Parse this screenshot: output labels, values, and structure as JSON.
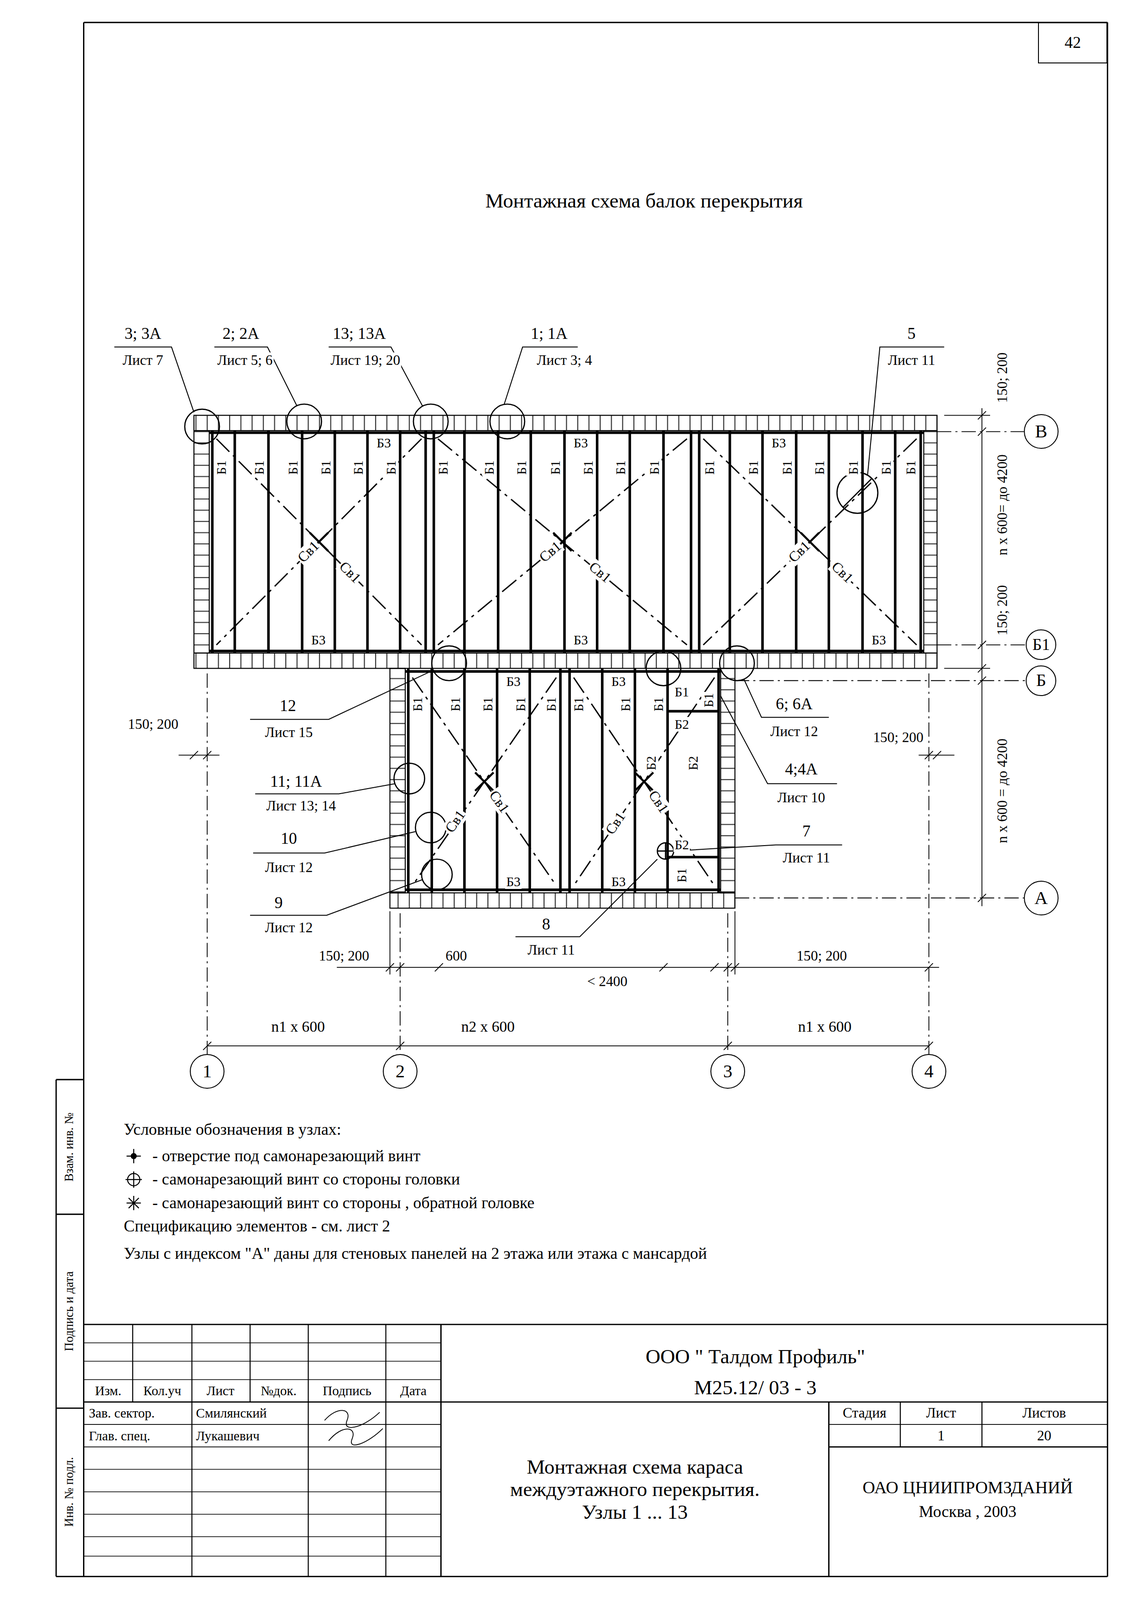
{
  "diagram": {
    "title": "Монтажная схема балок перекрытия",
    "nodes": [
      {
        "text": [
          "42"
        ]
      },
      {
        "text": [
          "В"
        ]
      },
      {
        "text": [
          "Б1"
        ]
      },
      {
        "text": [
          "Б"
        ]
      },
      {
        "text": [
          "А"
        ]
      },
      {
        "text": [
          "1"
        ]
      },
      {
        "text": [
          "2"
        ]
      },
      {
        "text": [
          "3"
        ]
      },
      {
        "text": [
          "4"
        ]
      }
    ],
    "labels": [
      "3; 3А",
      "Лист 7",
      "2; 2А",
      "Лист 5; 6",
      "13; 13А",
      "Лист 19; 20",
      "1; 1А",
      "Лист 3; 4",
      "5",
      "Лист 11",
      "Б1",
      "Б1",
      "Б1",
      "Б1",
      "Б1",
      "Б1",
      "Б1",
      "Б1",
      "Б1",
      "Б1",
      "Б1",
      "Б1",
      "Б1",
      "Б1",
      "Б1",
      "Б1",
      "Б1",
      "Б1",
      "Б1",
      "Б1",
      "Б3",
      "Б3",
      "Б3",
      "Б3",
      "Б3",
      "Б3",
      "Св1",
      "Св1",
      "Св1",
      "Св1",
      "Св1",
      "Св1",
      "Б1",
      "Б1",
      "Б1",
      "Б1",
      "Б1",
      "Б1",
      "Б1",
      "Б1",
      "Б1",
      "Б1",
      "Б1",
      "Б2",
      "Б2",
      "Б2",
      "Б2",
      "Б3",
      "Б3",
      "Б3",
      "Б3",
      "Св1",
      "Св1",
      "Св1",
      "Св1",
      "12",
      "Лист 15",
      "11; 11А",
      "Лист 13; 14",
      "10",
      "Лист 12",
      "9",
      "Лист 12",
      "8",
      "Лист 11",
      "7",
      "Лист 11",
      "4;4А",
      "Лист 10",
      "6; 6А",
      "Лист 12",
      "150; 200",
      "n x 600= до 4200",
      "150; 200",
      "n x 600 = до 4200",
      "150; 200",
      "150; 200",
      "150; 200",
      "600",
      "< 2400",
      "150; 200",
      "n1 x 600",
      "n2 x 600",
      "n1 x 600",
      "Условные обозначения в узлах:",
      "Спецификацию элементов - см. лист 2",
      "Узлы с индексом \"А\" даны для стеновых панелей на 2 этажа или этажа с мансардой",
      "ООО \" Талдом Профиль\"",
      "М25.12/ 03 - 3",
      "Изм.",
      "Кол.уч",
      "Лист",
      "№док.",
      "Подпись",
      "Дата",
      "Зав. сектор.",
      "Смилянский",
      "Глав. спец.",
      "Лукашевич",
      "Монтажная схема караса междуэтажного перекрытия. Узлы 1 ... 13",
      "Стадия",
      "Лист",
      "Листов",
      "1",
      "20",
      "ОАО ЦНИИПРОМЗДАНИЙ",
      "Москва , 2003",
      "Взам. инв. №",
      "Подпись и дата",
      "Инв. № подл."
    ],
    "legend": [
      {
        "text": "- отверстие под самонарезающий винт"
      },
      {
        "text": "- самонарезающий винт со стороны головки"
      },
      {
        "text": "- самонарезающий винт со стороны , обратной головке"
      }
    ]
  }
}
